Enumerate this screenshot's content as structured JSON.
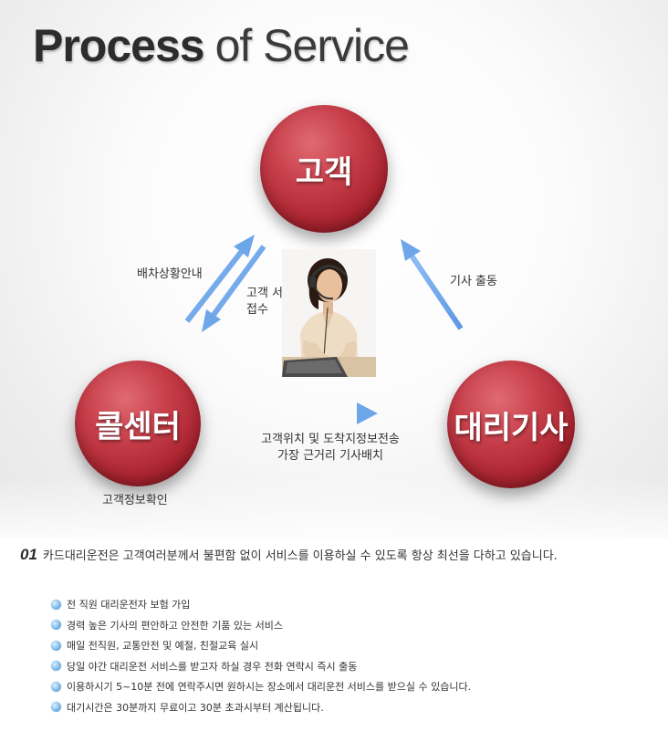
{
  "title": {
    "bold": "Process",
    "light": "of Service"
  },
  "nodes": {
    "customer": "고객",
    "call_center": "콜센터",
    "driver": "대리기사"
  },
  "labels": {
    "dispatch_info": "배차상황안내",
    "service_receive": [
      "고객 서비스",
      "접수"
    ],
    "driver_dispatch": "기사 출동",
    "send_info": [
      "고객위치 및 도착지정보전송",
      "가장 근거리 기사배치"
    ],
    "confirm_info": "고객정보확인"
  },
  "intro": {
    "number": "01",
    "text": "카드대리운전은 고객여러분께서 불편함 없이 서비스를 이용하실 수 있도록 항상 최선을 다하고 있습니다."
  },
  "bullets": [
    "전 직원 대리운전자 보험 가입",
    "경력 높은 기사의 편안하고 안전한 기품 있는 서비스",
    "매일 전직원, 교통안전 및 예절, 친절교육 실시",
    "당일 야간 대리운전 서비스를 받고자 하실 경우 전화 연락시 즉시 출동",
    "이용하시기 5~10분 전에 연락주시면 원하시는 장소에서 대리운전 서비스를 받으실 수 있습니다.",
    "대기시간은 30분까지 무료이고 30분 초과시부터 계산됩니다."
  ],
  "colors": {
    "node_red": "#b32a35",
    "arrow_blue": "#6ea6ea",
    "bullet_blue": "#4a95d8"
  },
  "icons": [
    "operator-photo",
    "arrow-up-right",
    "arrow-down-left",
    "arrow-up-left",
    "arrow-right",
    "bullet-dot"
  ]
}
